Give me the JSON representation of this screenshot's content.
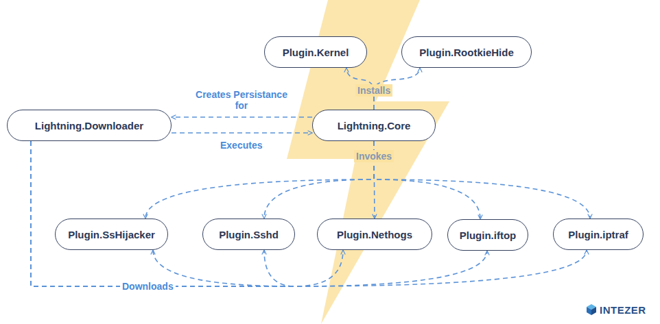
{
  "diagram": {
    "nodes": [
      {
        "text": [
          "Plugin.Kernel"
        ]
      },
      {
        "text": [
          "Plugin.RootkieHide"
        ]
      },
      {
        "text": [
          "Lightning.Downloader"
        ]
      },
      {
        "text": [
          "Lightning.Core"
        ]
      },
      {
        "text": [
          "Plugin.SsHijacker"
        ]
      },
      {
        "text": [
          "Plugin.Sshd"
        ]
      },
      {
        "text": [
          "Plugin.Nethogs"
        ]
      },
      {
        "text": [
          "Plugin.iftop"
        ]
      },
      {
        "text": [
          "Plugin.iptraf"
        ]
      }
    ],
    "edges": [
      {
        "from": 3,
        "to": 0,
        "arrow": "to",
        "label": "Installs"
      },
      {
        "from": 3,
        "to": 1,
        "arrow": "to"
      },
      {
        "from": 3,
        "to": 2,
        "arrow": "to",
        "label": "Creates Persistance for"
      },
      {
        "from": 2,
        "to": 3,
        "arrow": "to",
        "label": "Executes"
      },
      {
        "from": 3,
        "to": 4,
        "arrow": "to",
        "label": "Invokes"
      },
      {
        "from": 3,
        "to": 5,
        "arrow": "to"
      },
      {
        "from": 3,
        "to": 6,
        "arrow": "to"
      },
      {
        "from": 3,
        "to": 7,
        "arrow": "to"
      },
      {
        "from": 3,
        "to": 8,
        "arrow": "to"
      },
      {
        "from": 2,
        "to": 4,
        "arrow": "to",
        "label": "Downloads"
      },
      {
        "from": 2,
        "to": 5,
        "arrow": "to"
      },
      {
        "from": 2,
        "to": 6,
        "arrow": "to"
      },
      {
        "from": 2,
        "to": 7,
        "arrow": "to"
      },
      {
        "from": 2,
        "to": 8,
        "arrow": "to"
      }
    ],
    "labels": [
      "INTEZER"
    ]
  }
}
